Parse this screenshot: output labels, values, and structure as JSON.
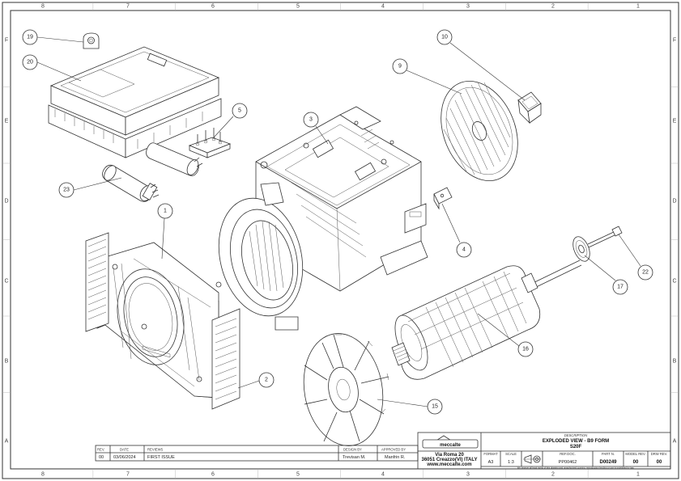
{
  "zones": {
    "columns_top": [
      "8",
      "7",
      "6",
      "5",
      "4",
      "3",
      "2",
      "1"
    ],
    "columns_bottom": [
      "8",
      "7",
      "6",
      "5",
      "4",
      "3",
      "2",
      "1"
    ],
    "rows": [
      "F",
      "E",
      "D",
      "C",
      "B",
      "A"
    ]
  },
  "callouts": [
    "19",
    "20",
    "5",
    "23",
    "1",
    "3",
    "10",
    "9",
    "4",
    "22",
    "17",
    "16",
    "2",
    "15"
  ],
  "revision_table": {
    "headers": [
      "REV.",
      "DATE",
      "REVIEWS",
      "DESIGN BY",
      "APPROVED BY"
    ],
    "rows": [
      [
        "00",
        "03/06/2024",
        "FIRST ISSUE",
        "Trevisan M.",
        "Manfrin R."
      ]
    ]
  },
  "company": {
    "logo_text": "meccalte",
    "address_line1": "Via Roma 20",
    "address_line2": "36051 Creazzo(VI) ITALY",
    "website": "www.meccalte.com"
  },
  "title_block": {
    "description_label": "DESCRIPTION",
    "description_line1": "EXPLODED VIEW - B9 FORM",
    "description_line2": "S20F",
    "format_label": "FORMAT",
    "format_value": "A3",
    "scale_label": "SCALE",
    "scale_value": "1:3",
    "ref_doc_label": "REF.DOC.",
    "ref_doc_value": "PP00462",
    "part_no_label": "PART N.",
    "part_no_value": "D00249",
    "model_rev_label": "MODEL REV.",
    "model_rev_value": "00",
    "draw_rev_label": "DRW REV.",
    "draw_rev_value": "00",
    "rights_note": "We reserve all legal rights of this drawing and unauthorized copying, reproduction lending or use is prohibited by law."
  },
  "colors": {
    "line": "#333333",
    "background": "#ffffff",
    "grid": "#aaaaaa"
  }
}
